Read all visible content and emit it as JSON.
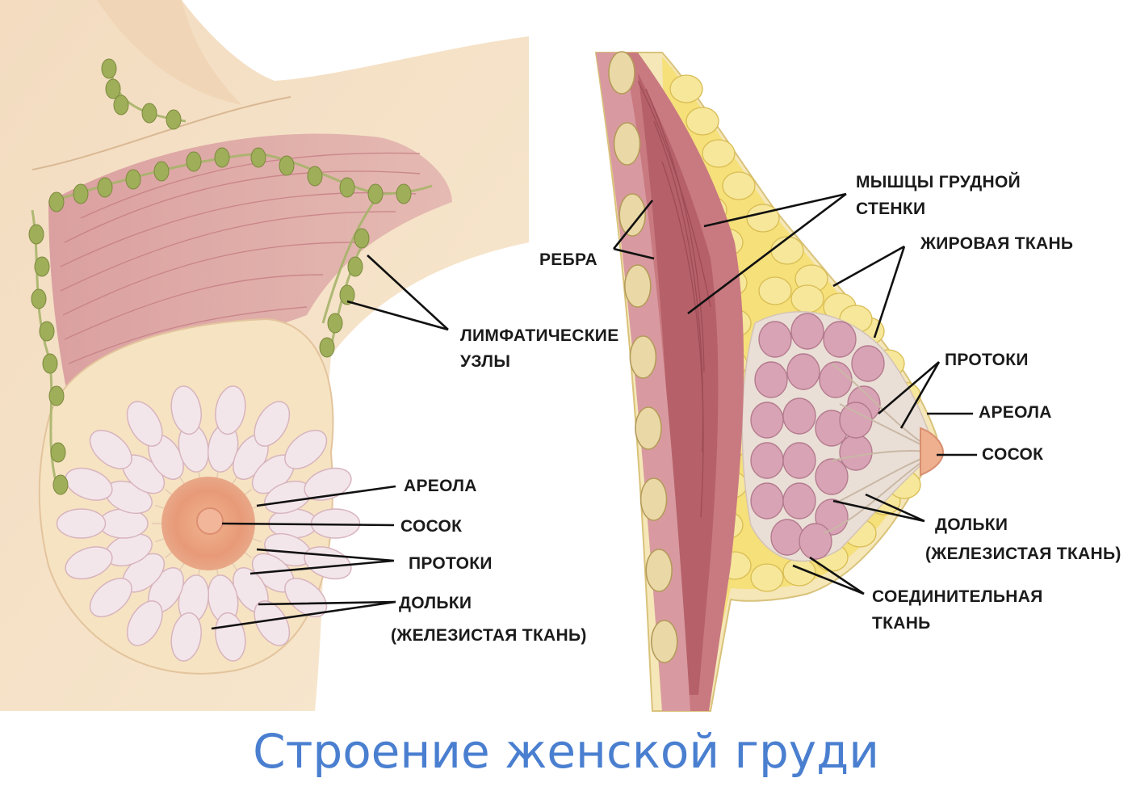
{
  "title": "Строение женской груди",
  "colors": {
    "title": "#4a7fd0",
    "skin": "#f5e2c4",
    "muscle": "#c9747a",
    "fat": "#f3dd72",
    "lobule": "#d8a9b8",
    "lymph": "#9fae58",
    "rib": "#ead9a6"
  },
  "front_view": {
    "lymph_nodes": [
      "ЛИМФАТИЧЕСКИЕ",
      "УЗЛЫ"
    ],
    "areola": "АРЕОЛА",
    "nipple": "СОСОК",
    "ducts": "ПРОТОКИ",
    "lobules": [
      "ДОЛЬКИ",
      "(ЖЕЛЕЗИСТАЯ ТКАНЬ)"
    ]
  },
  "side_view": {
    "ribs": "РЕБРА",
    "chest_wall_muscles": [
      "МЫШЦЫ ГРУДНОЙ",
      "СТЕНКИ"
    ],
    "fat_tissue": "ЖИРОВАЯ ТКАНЬ",
    "ducts": "ПРОТОКИ",
    "areola": "АРЕОЛА",
    "nipple": "СОСОК",
    "lobules": [
      "ДОЛЬКИ",
      "(ЖЕЛЕЗИСТАЯ ТКАНЬ)"
    ],
    "connective_tissue": [
      "СОЕДИНИТЕЛЬНАЯ",
      "ТКАНЬ"
    ]
  }
}
